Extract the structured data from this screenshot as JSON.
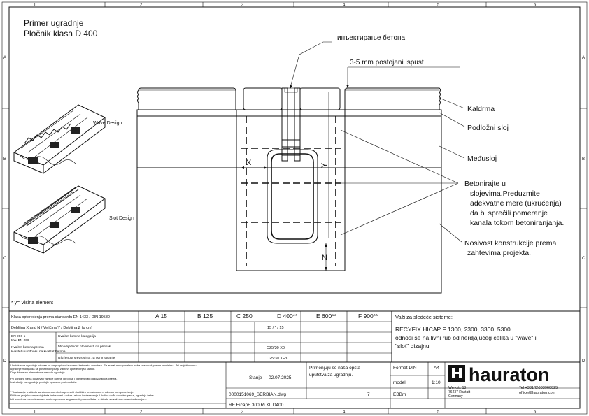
{
  "title": {
    "line1": "Primer ugradnje",
    "line2": "Pločnik klasa D 400"
  },
  "frame": {
    "cols": [
      "1",
      "2",
      "3",
      "4",
      "5",
      "6"
    ],
    "rows": [
      "A",
      "B",
      "C",
      "D"
    ]
  },
  "labels": {
    "injection": "инъектирање бетона",
    "gap": "3-5 mm postojani ispust",
    "kaldrma": "Kaldrma",
    "podlozni": "Podložni sloj",
    "medusloj": "Međusloj",
    "beton": [
      "Betonirajte u",
      "slojevima.Preduzmite",
      "adekvatne mere (ukrućenja)",
      "da bi sprečili pomeranje",
      "kanala tokom betoniranjanja."
    ],
    "nosivost": [
      "Nosivost konstrukcije prema",
      "zahtevima projekta."
    ],
    "wave": "Wave Design",
    "slot": "Slot Design",
    "footnote": "* y= Visina element",
    "dim_x": "X",
    "dim_y": "Y",
    "dim_n": "N"
  },
  "table": {
    "header_label": "Klasa opterećenja prema standardu EN 1433 / DIN 19580",
    "classes": [
      "A 15",
      "B 125",
      "C 250",
      "D 400**",
      "E 600**",
      "F 900**"
    ],
    "row1_label": "Debljina X and N / Veličina Y / Debljina Z (u cm)",
    "row1_values": [
      "",
      "",
      "",
      "15 / * / 15",
      "",
      ""
    ],
    "left_small": [
      "EN 206-1",
      "tzw. EN 206",
      "Kvalitet betona prema",
      "kvalitetu u odnosu na kvalitet betona"
    ],
    "sub_labels": [
      "Kvalitet betona kategorija",
      "Min.vrijednost otpornosti na pritisak",
      "Izloženost sredstvima za odmrzavanje"
    ],
    "row3_value": "C25/30 X0",
    "row4_value": "C25/30 XF3",
    "valid_label": "Važi za sledeće sisteme:",
    "systems": [
      "RECYFIX HICAP F 1300, 2300, 3300, 5300",
      "odnosi se na livni rub od nerdjajućeg čelika u \"wave\" i",
      "\"slot\" dizajnu"
    ],
    "notes": [
      "Uputstva za ugradnju odnose se na propisno izvedenu betonsku armaturu. Sa armaturom posebno treba postupati prema propisima. Pri projektovanju",
      "ugradnje moraju da se posebno ispitaju zahtevi opterećenja i statike.",
      "Dopuštene su alternativne metode ugradnje.",
      "Pri ugradnji treba poštovati važeće norme i propise i primenjivati odgovarajuća pravila.",
      "Instrukcije za ugradnju poštujte uputstvo proizvođača.",
      "** Instalacije u skladu sa standardom treba proveriti statičkim proračunom u odnosu na opterećenje.",
      "Prilikom projektovanja objekata treba uzeti u obzir uslove i opterećenja. Ukoliko dođe do odstupanja, ugradnja treba",
      "biti izvedena pre uzimanja u obzir u procenu saglasnosti proizvođača i u skladu sa važećom standardizacijom."
    ],
    "stanje_label": "Stanje",
    "stanje_date": "02.07.2025",
    "primenjuju": [
      "Primenjuju se naša opšta",
      "uputstva za ugradnju."
    ],
    "file": "0000151069_SERBIAN.dwg",
    "page": "7",
    "code": "RF HicapF 300 Ri Kl. D400",
    "format_label": "Format DIN",
    "format_value": "A4",
    "model_label": "model",
    "scale": "1:10",
    "eb": "EBBm",
    "brand": "hauraton",
    "address": [
      "Werkstr. 13",
      "76437 Rastatt",
      "Germany"
    ],
    "contact": [
      "Tel +381(0)603960025",
      "office@hauraton.com"
    ]
  },
  "colors": {
    "line": "#111111",
    "bg": "#ffffff"
  }
}
